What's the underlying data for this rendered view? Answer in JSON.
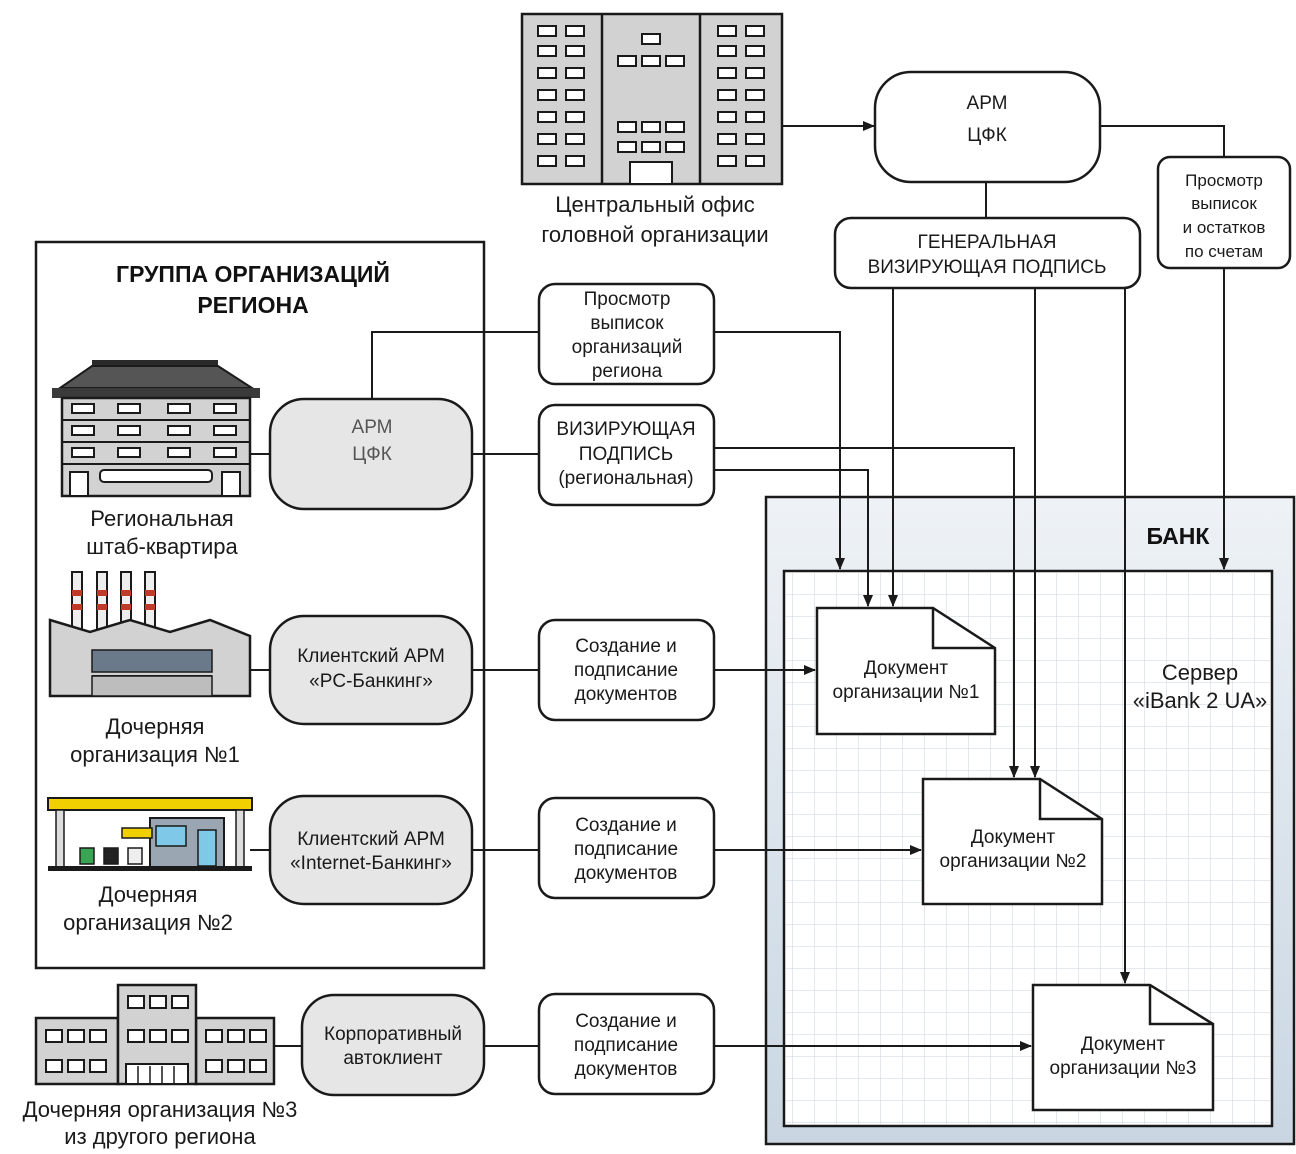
{
  "central_office": {
    "label_line1": "Центральный офис",
    "label_line2": "головной организации"
  },
  "arm_cfk_top": {
    "line1": "АРМ",
    "line2": "ЦФК"
  },
  "view_accounts": {
    "line1": "Просмотр",
    "line2": "выписок",
    "line3": "и остатков",
    "line4": "по счетам"
  },
  "general_signature": {
    "line1": "ГЕНЕРАЛЬНАЯ",
    "line2": "ВИЗИРУЮЩАЯ ПОДПИСЬ"
  },
  "region_group": {
    "title_line1": "ГРУППА ОРГАНИЗАЦИЙ",
    "title_line2": "РЕГИОНА"
  },
  "view_region": {
    "line1": "Просмотр",
    "line2": "выписок",
    "line3": "организаций",
    "line4": "региона"
  },
  "regional_signature": {
    "line1": "ВИЗИРУЮЩАЯ",
    "line2": "ПОДПИСЬ",
    "line3": "(региональная)"
  },
  "arm_cfk_region": {
    "line1": "АРМ",
    "line2": "ЦФК"
  },
  "regional_hq": {
    "line1": "Региональная",
    "line2": "штаб-квартира"
  },
  "sub1": {
    "line1": "Дочерняя",
    "line2": "организация №1"
  },
  "sub2": {
    "line1": "Дочерняя",
    "line2": "организация №2"
  },
  "sub3": {
    "line1": "Дочерняя организация №3",
    "line2": "из другого региона"
  },
  "client_pc": {
    "line1": "Клиентский АРМ",
    "line2": "«PC-Банкинг»"
  },
  "client_internet": {
    "line1": "Клиентский АРМ",
    "line2": "«Internet-Банкинг»"
  },
  "corporate": {
    "line1": "Корпоративный",
    "line2": "автоклиент"
  },
  "create_sign": {
    "line1": "Создание и",
    "line2": "подписание",
    "line3": "документов"
  },
  "bank": {
    "title": "БАНК"
  },
  "server": {
    "line1": "Сервер",
    "line2": "«iBank 2 UA»"
  },
  "doc1": {
    "line1": "Документ",
    "line2": "организации №1"
  },
  "doc2": {
    "line1": "Документ",
    "line2": "организации №2"
  },
  "doc3": {
    "line1": "Документ",
    "line2": "организации №3"
  },
  "colors": {
    "bank_fill": "#dde6ee",
    "gray_box": "#e6e6e6",
    "building": "#d2d2d2"
  }
}
